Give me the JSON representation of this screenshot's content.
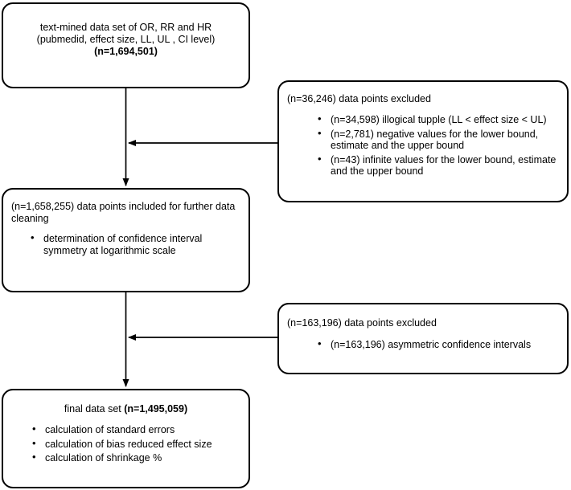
{
  "diagram": {
    "title": "Data cleaning flow diagram for text-mined effect sizes",
    "type": "flowchart",
    "line_color": "#000000",
    "background_color": "#ffffff"
  },
  "nodes": {
    "source": {
      "name": "text-mined-data-set",
      "line1": "text-mined data set of OR, RR and HR",
      "line2": "(pubmedid, effect size, LL, UL , CI level)",
      "count": "(n=1,694,501)"
    },
    "excluded_1": {
      "name": "first-exclusion",
      "heading": "(n=36,246) data points excluded",
      "bullets": [
        "(n=34,598) illogical tupple (LL < effect size < UL)",
        "(n=2,781) negative values for the lower bound, estimate and the upper bound",
        "(n=43) infinite values for the lower bound, estimate and the upper bound"
      ]
    },
    "included": {
      "name": "included-for-cleaning",
      "heading": "(n=1,658,255) data points included for further data cleaning",
      "bullets": [
        "determination of confidence interval symmetry at logarithmic scale"
      ]
    },
    "excluded_2": {
      "name": "second-exclusion",
      "heading": "(n=163,196) data points excluded",
      "bullets": [
        "(n=163,196) asymmetric confidence intervals"
      ]
    },
    "final": {
      "name": "final-data-set",
      "heading_plain": "final data set ",
      "heading_bold": "(n=1,495,059)",
      "bullets": [
        "calculation of standard errors",
        "calculation of bias reduced effect size",
        "calculation of shrinkage %"
      ]
    }
  },
  "connectors": [
    {
      "name": "source-to-included",
      "from": "source",
      "to": "included",
      "direction": "down"
    },
    {
      "name": "excluded-1-to-flow",
      "from": "excluded_1",
      "to": "main-flow",
      "direction": "left"
    },
    {
      "name": "included-to-final",
      "from": "included",
      "to": "final",
      "direction": "down"
    },
    {
      "name": "excluded-2-to-flow",
      "from": "excluded_2",
      "to": "main-flow",
      "direction": "left"
    }
  ]
}
